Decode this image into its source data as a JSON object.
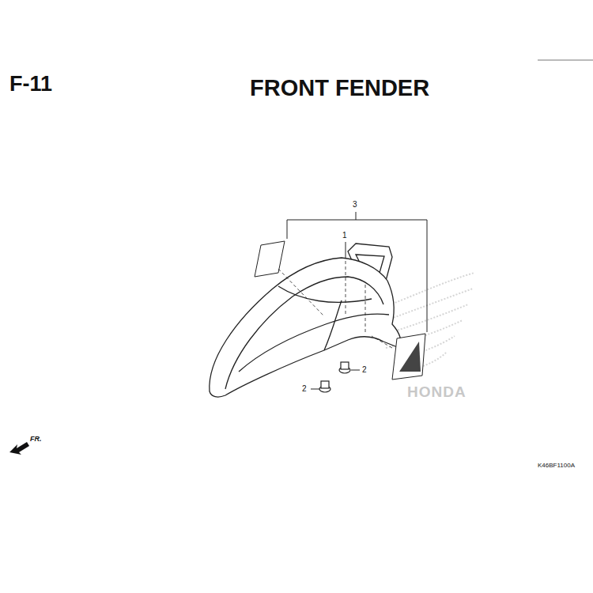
{
  "diagram": {
    "title": "FRONT FENDER",
    "labels": [
      "F-11",
      "3",
      "1",
      "2",
      "2",
      "FR.",
      "K46BF1100A",
      "HONDA"
    ]
  }
}
